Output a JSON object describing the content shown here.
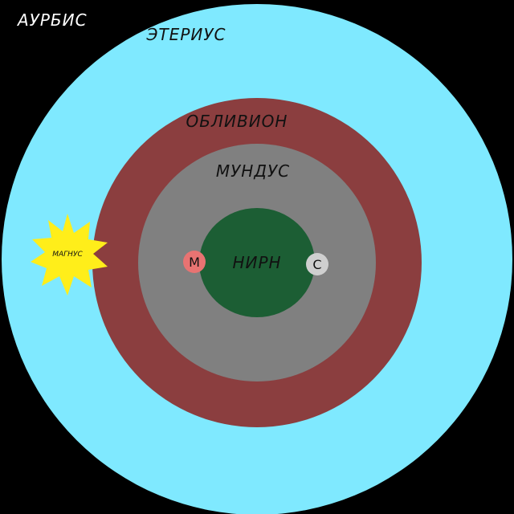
{
  "diagram": {
    "title": "АУРБИС",
    "layers": {
      "aetherius": {
        "label": "ЭТЕРИУС",
        "color": "#7fe9ff"
      },
      "oblivion": {
        "label": "ОБЛИВИОН",
        "color": "#8b3e3f"
      },
      "mundus": {
        "label": "МУНДУС",
        "color": "#808080"
      },
      "nirn": {
        "label": "НИРН",
        "color": "#1c5e34"
      }
    },
    "sun": {
      "label": "МАГНУС",
      "color": "#ffee1a"
    },
    "moons": [
      {
        "label": "М",
        "color": "#e87372"
      },
      {
        "label": "С",
        "color": "#cfcfcf"
      }
    ],
    "background": "#000000"
  }
}
